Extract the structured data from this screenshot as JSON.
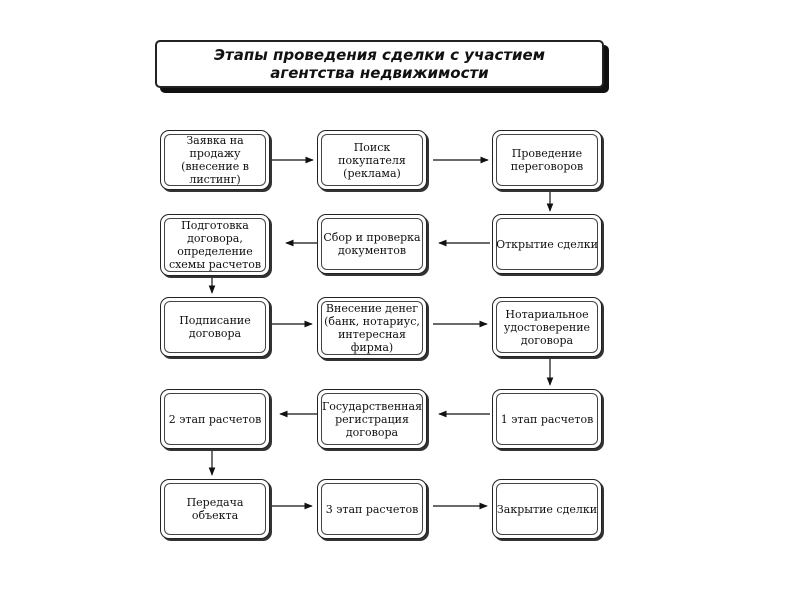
{
  "title": "Этапы проведения сделки с участием\nагентства недвижимости",
  "nodes": [
    {
      "label": "Заявка на продажу\n(внесение в\nлистинг)"
    },
    {
      "label": "Поиск покупателя\n(реклама)"
    },
    {
      "label": "Проведение\nпереговоров"
    },
    {
      "label": "Подготовка\nдоговора,\nопределение\nсхемы расчетов"
    },
    {
      "label": "Сбор и проверка\nдокументов"
    },
    {
      "label": "Открытие сделки"
    },
    {
      "label": "Подписание\nдоговора"
    },
    {
      "label": "Внесение денег\n(банк, нотариус,\nинтересная\nфирма)"
    },
    {
      "label": "Нотариальное\nудостоверение\nдоговора"
    },
    {
      "label": "2 этап расчетов"
    },
    {
      "label": "Государственная\nрегистрация\nдоговора"
    },
    {
      "label": "1 этап расчетов"
    },
    {
      "label": "Передача объекта"
    },
    {
      "label": "3 этап расчетов"
    },
    {
      "label": "Закрытие сделки"
    }
  ]
}
